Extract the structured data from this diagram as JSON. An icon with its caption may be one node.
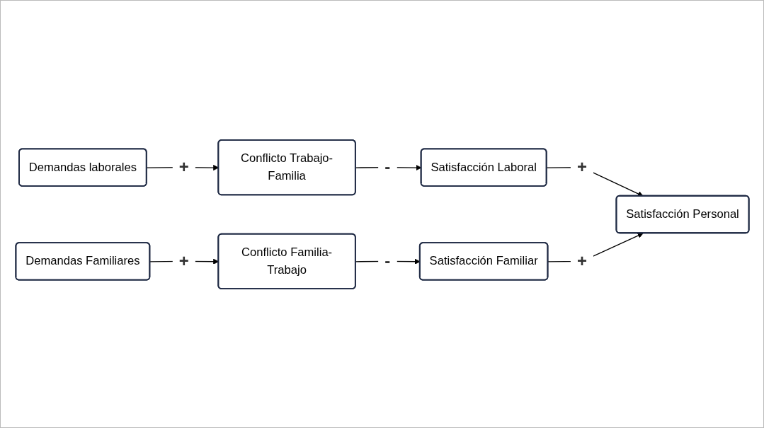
{
  "diagram": {
    "nodes": [
      {
        "text": [
          "Demandas laborales"
        ]
      },
      {
        "text": [
          "Conflicto Trabajo-Familia"
        ]
      },
      {
        "text": [
          "Satisfacción Laboral"
        ]
      },
      {
        "text": [
          "Satisfacción Personal"
        ]
      },
      {
        "text": [
          "Demandas Familiares"
        ]
      },
      {
        "text": [
          "Conflicto Familia-Trabajo"
        ]
      },
      {
        "text": [
          "Satisfacción Familiar"
        ]
      }
    ],
    "edges": [
      {
        "from": 0,
        "to": 1,
        "arrow": "to",
        "label": "+"
      },
      {
        "from": 1,
        "to": 2,
        "arrow": "to",
        "label": "-"
      },
      {
        "from": 2,
        "to": 3,
        "arrow": "to",
        "label": "+"
      },
      {
        "from": 4,
        "to": 5,
        "arrow": "to",
        "label": "+"
      },
      {
        "from": 5,
        "to": 6,
        "arrow": "to",
        "label": "-"
      },
      {
        "from": 6,
        "to": 3,
        "arrow": "to",
        "label": "+"
      }
    ]
  }
}
